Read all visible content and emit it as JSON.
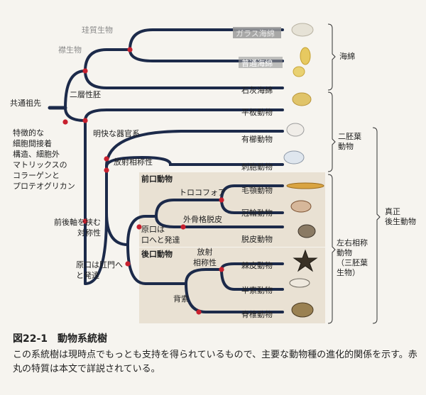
{
  "figure": {
    "number": "図22-1",
    "title": "動物系統樹",
    "caption": "この系統樹は現時点でもっとも支持を得られているもので、主要な動物種の進化的関係を示す。赤丸の特質は本文で詳説されている。"
  },
  "root": {
    "label": "共通祖先"
  },
  "nodes": [
    {
      "id": "n-siliceous",
      "label": "珪質生物"
    },
    {
      "id": "n-choano",
      "label": "襟生物"
    },
    {
      "id": "n-diplo",
      "label": "二層性胚"
    },
    {
      "id": "n-organ",
      "label": "明快な器官系"
    },
    {
      "id": "n-radial",
      "label": "放射相称性"
    },
    {
      "id": "n-ap",
      "label": "前後軸を挟む\n対称性"
    },
    {
      "id": "n-anus",
      "label": "原口は肛門へ\nと発達"
    },
    {
      "id": "n-mouth",
      "label": "原口は\n口へと発達"
    },
    {
      "id": "n-trocho",
      "label": "トロコフォア"
    },
    {
      "id": "n-ecdy",
      "label": "外骨格脱皮"
    },
    {
      "id": "n-deut-radial",
      "label": "放射\n相称性"
    },
    {
      "id": "n-spine",
      "label": "背索"
    }
  ],
  "root_trait": "特徴的な\n細胞間接着\n構造、細胞外\nマトリックスの\nコラーゲンと\nプロテオグリカン",
  "groups": {
    "protostome": "前口動物",
    "deuterostome": "後口動物"
  },
  "taxa": [
    {
      "id": "glass",
      "label": "ガラス海綿"
    },
    {
      "id": "demo",
      "label": "普通海綿"
    },
    {
      "id": "calc",
      "label": "石灰海綿"
    },
    {
      "id": "placo",
      "label": "平板動物"
    },
    {
      "id": "cteno",
      "label": "有櫛動物"
    },
    {
      "id": "cnid",
      "label": "刺胞動物"
    },
    {
      "id": "chaeto",
      "label": "毛顎動物"
    },
    {
      "id": "annelid",
      "label": "冠輪動物"
    },
    {
      "id": "ecdyso",
      "label": "脱皮動物"
    },
    {
      "id": "echino",
      "label": "棘皮動物"
    },
    {
      "id": "hemi",
      "label": "半索動物"
    },
    {
      "id": "chordate",
      "label": "脊椎動物"
    }
  ],
  "brackets": {
    "sponges": "海綿",
    "diplo": "二胚葉\n動物",
    "bilat": "左右相称\n動物\n（三胚葉\n生物）",
    "eumeta": "真正\n後生動物"
  },
  "colors": {
    "branch": "#1c2a4a",
    "node": "#c8202e",
    "panel": "#e9e1d3",
    "sponge_shadow": "#9a9a9a"
  }
}
